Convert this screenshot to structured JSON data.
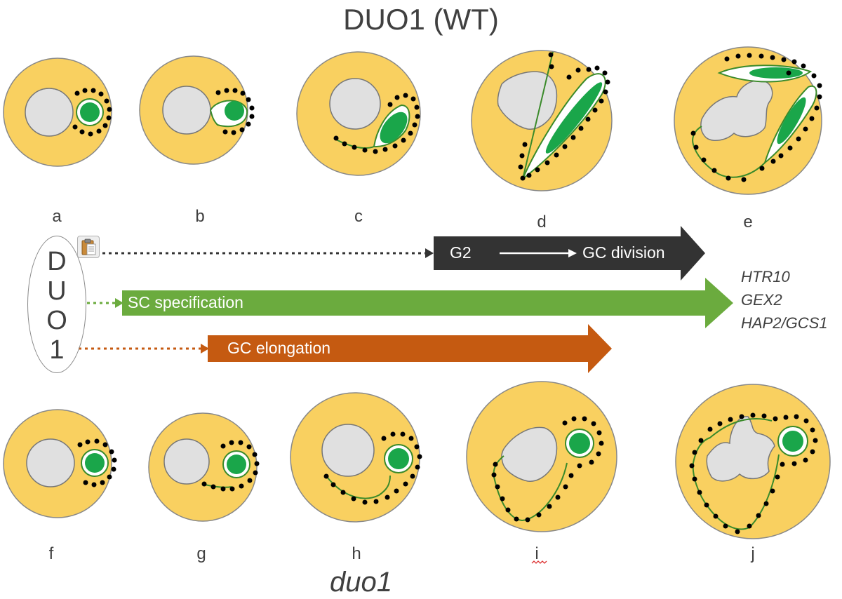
{
  "title": "DUO1 (WT)",
  "bottom_title": "duo1",
  "cell_labels": [
    "a",
    "b",
    "c",
    "d",
    "e",
    "f",
    "g",
    "h",
    "i",
    "j"
  ],
  "regulator": [
    "D",
    "U",
    "O",
    "1"
  ],
  "arrows": {
    "g2": "G2",
    "gc_division": "GC division",
    "sc_specification": "SC specification",
    "gc_elongation": "GC elongation"
  },
  "genes": [
    "HTR10",
    "GEX2",
    "HAP2/GCS1"
  ],
  "colors": {
    "cytoplasm": "#f9d060",
    "nucleus": "#e0e0e0",
    "generative_nucleus": "#1aa64a",
    "microtubule": "#3a8a2a",
    "black_arrow": "#333333",
    "green_arrow": "#6bab3e",
    "orange_arrow": "#c55a11"
  },
  "icons": [
    "clipboard-icon"
  ]
}
